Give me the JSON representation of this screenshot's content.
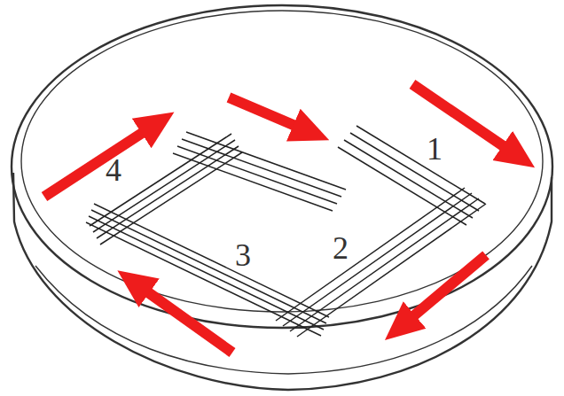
{
  "diagram": {
    "labels": [
      "4",
      "1",
      "3",
      "2"
    ]
  }
}
